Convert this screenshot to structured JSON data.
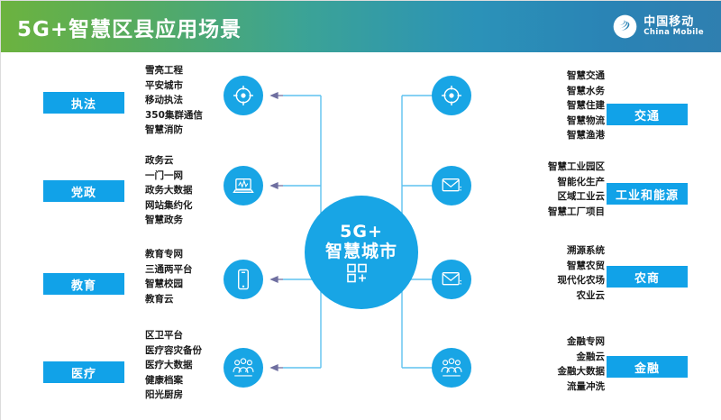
{
  "header": {
    "title": "5G+智慧区县应用场景",
    "brand": {
      "icon": "china-mobile-logo",
      "cn": "中国移动",
      "en": "China Mobile"
    },
    "gradient_from": "#6cb33f",
    "gradient_to": "#2f7fb0"
  },
  "theme": {
    "accent_blue": "#18a5e5",
    "pill_blue": "#11a2e8",
    "text_dark": "#1b1b1b",
    "wire_blue": "#5fc2ef",
    "arrow_gray": "#6f6fa0"
  },
  "hub": {
    "line1": "5G+",
    "line2": "智慧城市",
    "mark_icon": "square-plus-mark"
  },
  "left_groups": [
    {
      "pill": "执法",
      "icon": "target-crosshair-icon",
      "items": [
        "雪亮工程",
        "平安城市",
        "移动执法",
        "350集群通信",
        "智慧消防"
      ]
    },
    {
      "pill": "党政",
      "icon": "laptop-chart-icon",
      "items": [
        "政务云",
        "一门一网",
        "政务大数据",
        "网站集约化",
        "智慧政务"
      ]
    },
    {
      "pill": "教育",
      "icon": "smartphone-icon",
      "items": [
        "教育专网",
        "三通两平台",
        "智慧校园",
        "教育云"
      ]
    },
    {
      "pill": "医疗",
      "icon": "people-group-icon",
      "items": [
        "区卫平台",
        "医疗容灾备份",
        "医疗大数据",
        "健康档案",
        "阳光厨房"
      ]
    }
  ],
  "right_groups": [
    {
      "pill": "交通",
      "icon": "target-crosshair-icon",
      "items": [
        "智慧交通",
        "智慧水务",
        "智慧住建",
        "智慧物流",
        "智慧渔港"
      ]
    },
    {
      "pill": "工业和能源",
      "icon": "envelope-icon",
      "items": [
        "智慧工业园区",
        "智能化生产",
        "区域工业云",
        "智慧工厂项目"
      ]
    },
    {
      "pill": "农商",
      "icon": "envelope-icon",
      "items": [
        "溯源系统",
        "智慧农贸",
        "现代化农场",
        "农业云"
      ]
    },
    {
      "pill": "金融",
      "icon": "people-group-icon",
      "items": [
        "金融专网",
        "金融云",
        "金融大数据",
        "流量冲洗"
      ]
    }
  ]
}
